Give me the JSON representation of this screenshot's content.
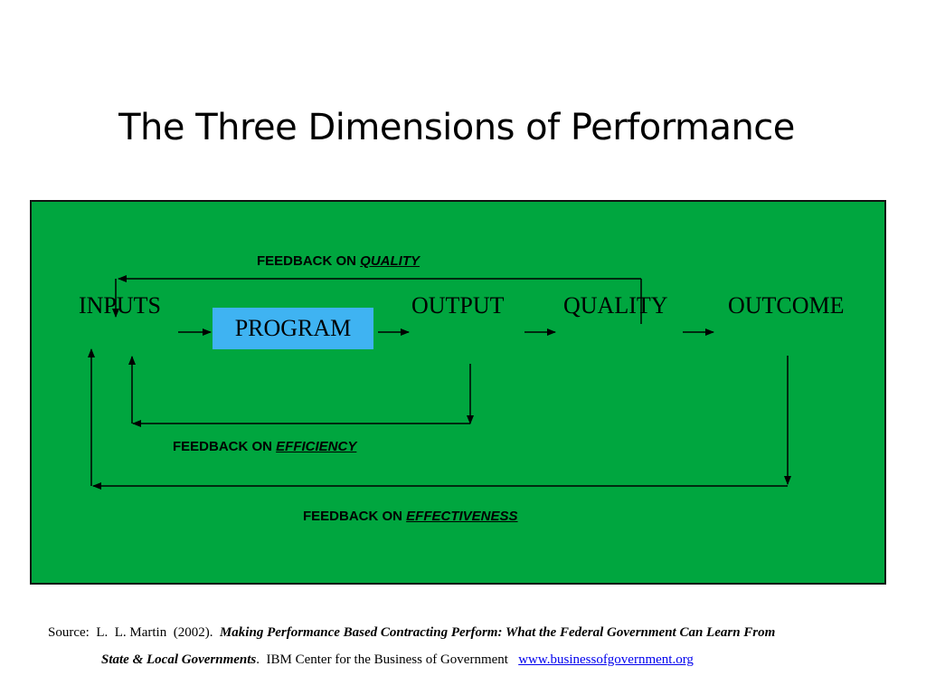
{
  "slide": {
    "title": "The Three Dimensions of Performance"
  },
  "diagram": {
    "nodes": {
      "inputs": "INPUTS",
      "program": "PROGRAM",
      "output": "OUTPUT",
      "quality": "QUALITY",
      "outcome": "OUTCOME"
    },
    "feedback": {
      "quality_prefix": "FEEDBACK ON ",
      "quality_term": "QUALITY",
      "efficiency_prefix": "FEEDBACK ON ",
      "efficiency_term": "EFFICIENCY",
      "effectiveness_prefix": "FEEDBACK ON ",
      "effectiveness_term": "EFFECTIVENESS"
    },
    "colors": {
      "background": "#00a63f",
      "program_box": "#3fb3f2",
      "border": "#111111"
    }
  },
  "source": {
    "prefix": "Source:  L.  L. Martin  (2002).  ",
    "title_line1": "Making Performance Based Contracting Perform:  What the Federal Government Can Learn From",
    "title_line2": "State & Local  Governments",
    "publisher": ".  IBM Center for the Business of Government   ",
    "link": "www.businessofgovernment.org"
  }
}
